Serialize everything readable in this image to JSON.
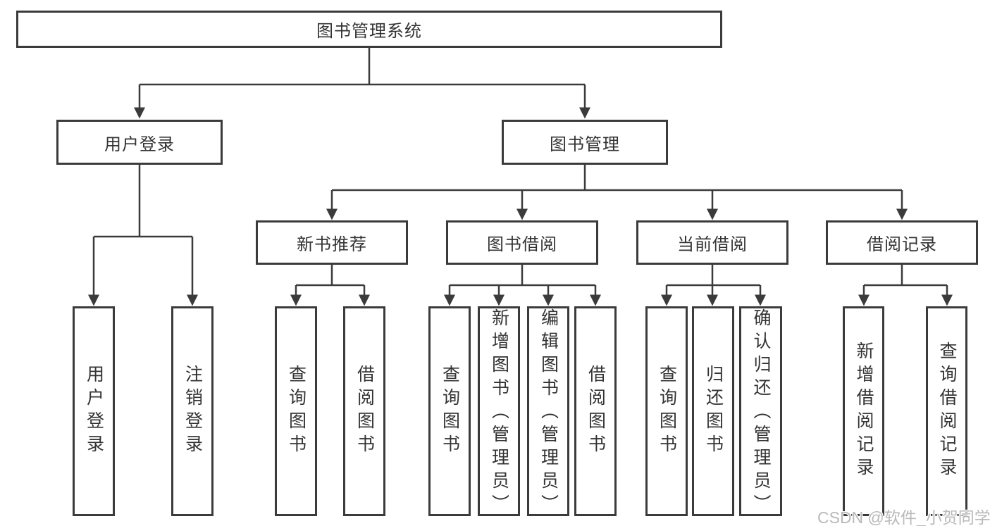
{
  "diagram": {
    "root": {
      "label": "图书管理系统"
    },
    "level2": [
      {
        "label": "用户登录"
      },
      {
        "label": "图书管理"
      }
    ],
    "level3": [
      {
        "label": "新书推荐"
      },
      {
        "label": "图书借阅"
      },
      {
        "label": "当前借阅"
      },
      {
        "label": "借阅记录"
      }
    ],
    "groups": [
      {
        "parent": "用户登录",
        "children": [
          "用户登录",
          "注销登录"
        ]
      },
      {
        "parent": "新书推荐",
        "children": [
          "查询图书",
          "借阅图书"
        ]
      },
      {
        "parent": "图书借阅",
        "children": [
          "查询图书",
          "新增图书（管理员）",
          "编辑图书（管理员）",
          "借阅图书"
        ]
      },
      {
        "parent": "当前借阅",
        "children": [
          "查询图书",
          "归还图书",
          "确认归还（管理员）"
        ]
      },
      {
        "parent": "借阅记录",
        "children": [
          "新增借阅记录",
          "查询借阅记录"
        ]
      }
    ],
    "watermark": "CSDN @软件_小贺同学",
    "colors": {
      "line": "#3b3b3b",
      "text": "#333333",
      "box_fill": "#ffffff",
      "background": "#ffffff",
      "watermark": "#b9b9b9"
    }
  }
}
